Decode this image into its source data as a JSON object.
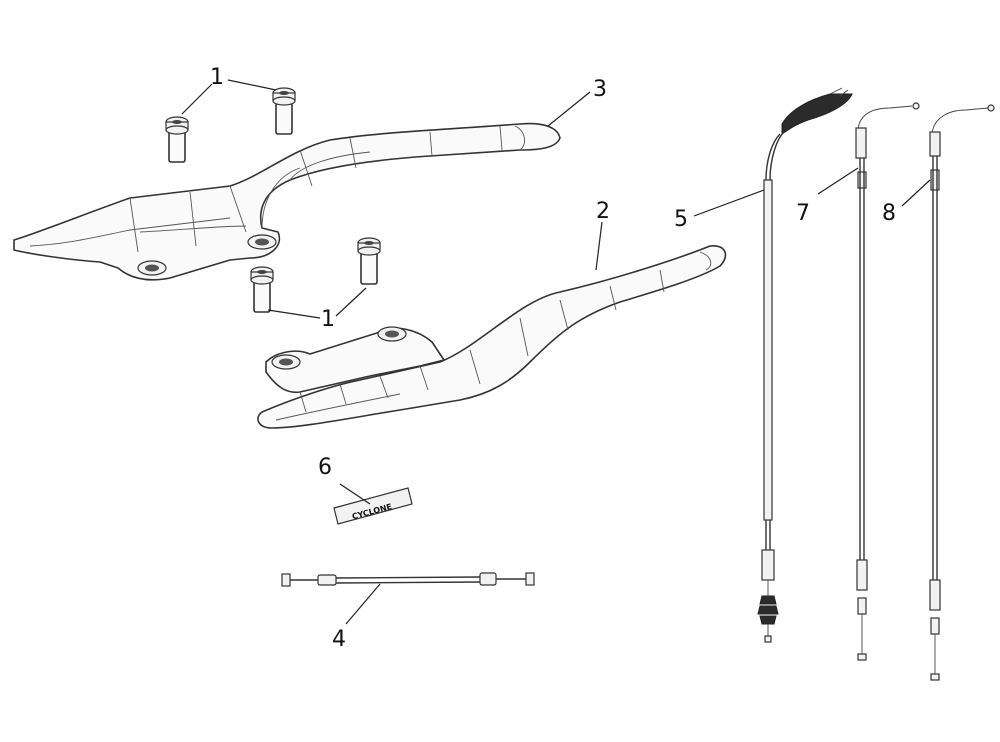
{
  "callouts": {
    "c1_top": "1",
    "c1_bottom": "1",
    "c2": "2",
    "c3": "3",
    "c4": "4",
    "c5": "5",
    "c6": "6",
    "c7": "7",
    "c8": "8"
  },
  "decal_text": "CYCLONE"
}
